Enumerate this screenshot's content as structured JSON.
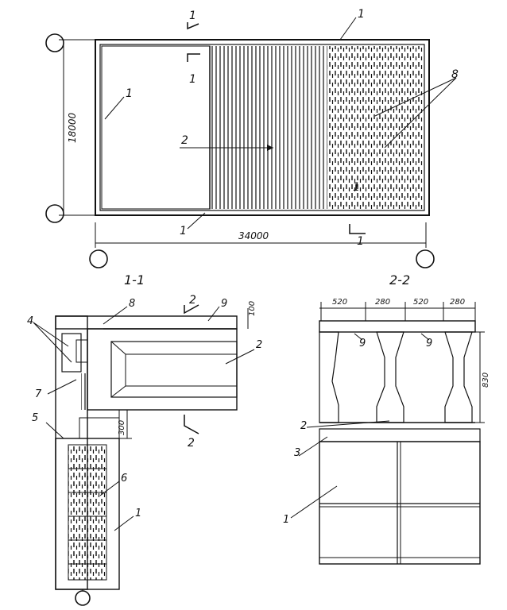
{
  "plan": {
    "axes": [
      "",
      "",
      "",
      ""
    ],
    "dim_height": "18000",
    "dim_width": "34000",
    "section_marks": [
      "1",
      "1",
      "1",
      "1"
    ],
    "callouts": [
      "1",
      "1",
      "1",
      "2",
      "8"
    ]
  },
  "section_1_1": {
    "title": "1-1",
    "section_marks": [
      "2",
      "2"
    ],
    "callouts": [
      "8",
      "9",
      "2",
      "4",
      "7",
      "5",
      "6",
      "1"
    ],
    "dims": [
      "100",
      "300"
    ],
    "axis": ""
  },
  "section_2_2": {
    "title": "2-2",
    "dims_top": [
      "520",
      "280",
      "520",
      "280"
    ],
    "dim_height": "830",
    "callouts": [
      "9",
      "9",
      "2",
      "3",
      "1"
    ]
  }
}
